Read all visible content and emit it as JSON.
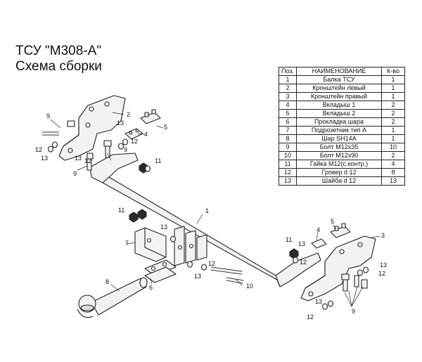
{
  "title": {
    "line1": "ТСУ \"М308-А\"",
    "line2": "Схема сборки"
  },
  "table": {
    "headers": [
      "Поз.",
      "НАИМЕНОВАНИЕ",
      "К-во"
    ],
    "rows": [
      [
        "1",
        "Балка ТСУ",
        "1"
      ],
      [
        "2",
        "Кронштейн левый",
        "1"
      ],
      [
        "3",
        "Кронштейн правый",
        "1"
      ],
      [
        "4",
        "Вкладыш 1",
        "2"
      ],
      [
        "5",
        "Вкладыш 2",
        "2"
      ],
      [
        "6",
        "Прокладка шара",
        "2"
      ],
      [
        "7",
        "Подрозетник тип А",
        "1"
      ],
      [
        "8",
        "Шар SH14A",
        "1"
      ],
      [
        "9",
        "Болт М12х35",
        "10"
      ],
      [
        "10",
        "Болт М12х90",
        "2"
      ],
      [
        "11",
        "Гайка М12(с.контр.)",
        "4"
      ],
      [
        "12",
        "Гровер d 12",
        "8"
      ],
      [
        "13",
        "Шайба d 12",
        "13"
      ]
    ]
  },
  "callouts": {
    "c1": "1",
    "c2": "2",
    "c3": "3",
    "c4": "4",
    "c5": "5",
    "c6": "6",
    "c7": "7",
    "c8": "8",
    "c9": "9",
    "c10": "10",
    "c11": "11",
    "c12": "12",
    "c13": "13"
  },
  "colors": {
    "part_fill": "#f2f2f2",
    "part_stroke": "#222222",
    "dark_part": "#2a2a2a"
  }
}
